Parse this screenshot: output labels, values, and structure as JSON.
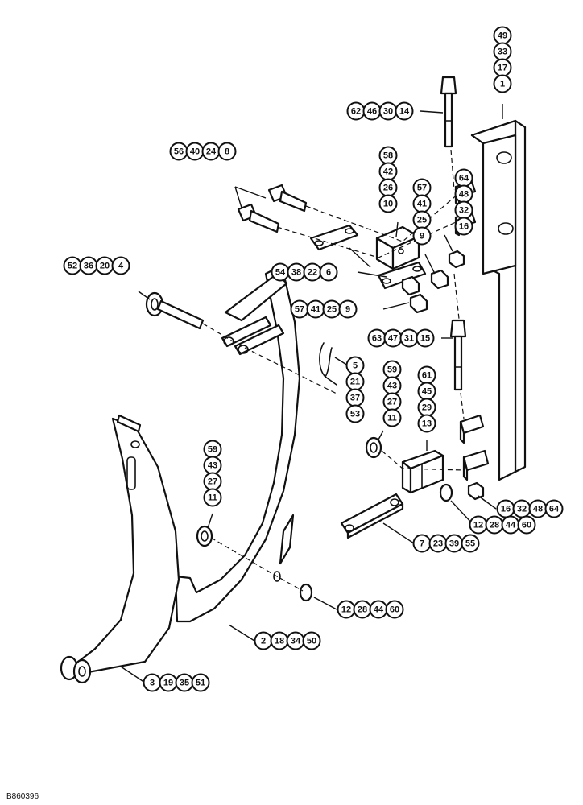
{
  "figure_code": "B860396",
  "callouts": {
    "c1": [
      "49",
      "33",
      "17",
      "1"
    ],
    "c2": [
      "62",
      "46",
      "30",
      "14"
    ],
    "c3": [
      "56",
      "40",
      "24",
      "8"
    ],
    "c4": [
      "58",
      "42",
      "26",
      "10"
    ],
    "c5": [
      "64",
      "48",
      "32",
      "16"
    ],
    "c6": [
      "57",
      "41",
      "25",
      "9"
    ],
    "c7": [
      "52",
      "36",
      "20",
      "4"
    ],
    "c8": [
      "54",
      "38",
      "22",
      "6"
    ],
    "c9": [
      "57",
      "41",
      "25",
      "9"
    ],
    "c10": [
      "63",
      "47",
      "31",
      "15"
    ],
    "c11": [
      "5",
      "21",
      "37",
      "53"
    ],
    "c12": [
      "59",
      "43",
      "27",
      "11"
    ],
    "c13": [
      "61",
      "45",
      "29",
      "13"
    ],
    "c14": [
      "59",
      "43",
      "27",
      "11"
    ],
    "c15": [
      "16",
      "32",
      "48",
      "64"
    ],
    "c16": [
      "12",
      "28",
      "44",
      "60"
    ],
    "c17": [
      "7",
      "23",
      "39",
      "55"
    ],
    "c18": [
      "12",
      "28",
      "44",
      "60"
    ],
    "c19": [
      "2",
      "18",
      "34",
      "50"
    ],
    "c20": [
      "3",
      "19",
      "35",
      "51"
    ]
  }
}
